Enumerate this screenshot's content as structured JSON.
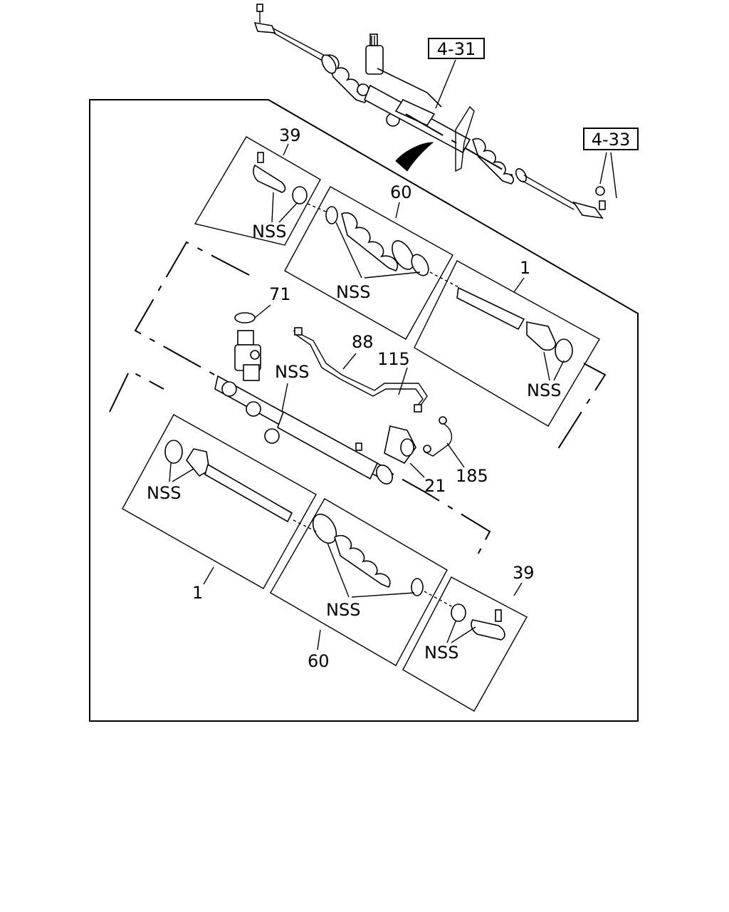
{
  "refs": {
    "r431": "4-31",
    "r433": "4-33"
  },
  "labels": {
    "l39_top": "39",
    "nss_top_left": "NSS",
    "l60_top": "60",
    "nss_boot_top": "NSS",
    "l1_right": "1",
    "nss_right": "NSS",
    "l71": "71",
    "l88": "88",
    "l115": "115",
    "nss_housing": "NSS",
    "l21": "21",
    "l185": "185",
    "nss_left": "NSS",
    "l1_left": "1",
    "nss_boot_bottom": "NSS",
    "l60_bottom": "60",
    "l39_bottom": "39",
    "nss_bottom_right": "NSS"
  }
}
